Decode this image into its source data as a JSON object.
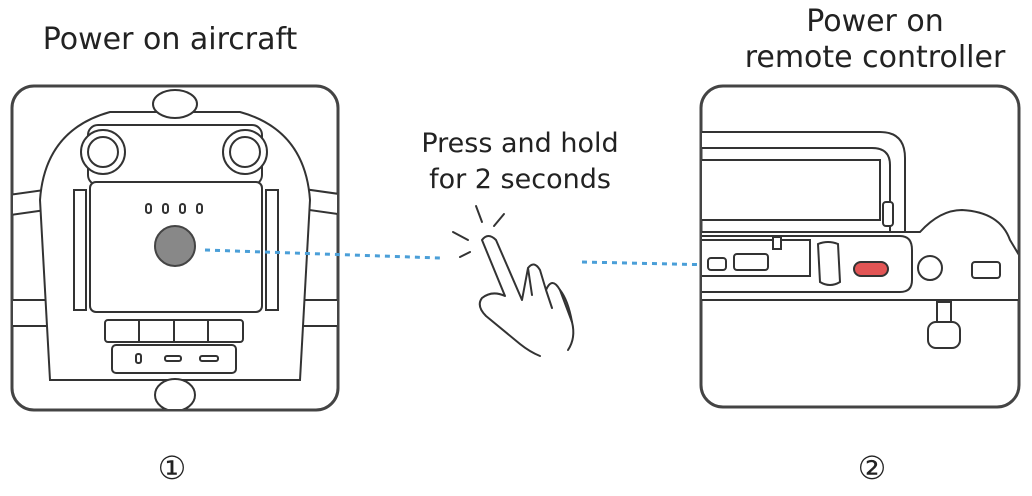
{
  "left_panel": {
    "title": "Power on aircraft",
    "step_number": "①"
  },
  "middle": {
    "instruction_line1": "Press and hold",
    "instruction_line2": "for 2 seconds"
  },
  "right_panel": {
    "title_line1": "Power on",
    "title_line2": "remote controller",
    "step_number": "②"
  },
  "colors": {
    "dotted_line": "#4a9fd8",
    "button_red": "#e25555",
    "outline": "#333333",
    "button_gray": "#888888"
  },
  "icons": [
    "hand-press-icon",
    "tap-rays-icon"
  ]
}
